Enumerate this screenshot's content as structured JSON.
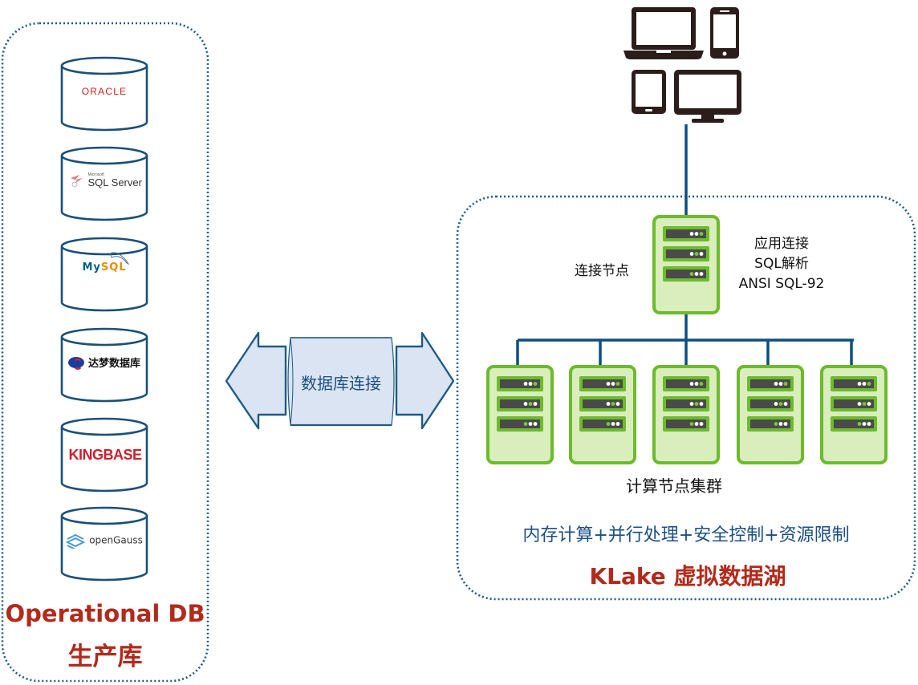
{
  "colors": {
    "frame_dots": "#1f5a86",
    "cylinder_stroke": "#1b4f79",
    "bus_line": "#0d4f80",
    "server_fill": "#d9edbd",
    "server_border": "#6cbb2c",
    "server_slot": "#4a4a4a",
    "arrow_fill": "#dae4f2",
    "arrow_stroke": "#1f5a86",
    "title_red": "#b22a1b",
    "features_blue": "#1c4f84",
    "device_dark": "#2b1d1b"
  },
  "left_panel": {
    "databases": [
      {
        "name": "ORACLE",
        "icon": "oracle-logo"
      },
      {
        "name": "SQL Server",
        "sup": "Microsoft",
        "icon": "sqlserver-logo"
      },
      {
        "name": "MySQL",
        "icon": "mysql-logo"
      },
      {
        "name": "达梦数据库",
        "icon": "dameng-logo"
      },
      {
        "name": "KINGBASE",
        "icon": "kingbase-logo"
      },
      {
        "name": "openGauss",
        "icon": "opengauss-logo"
      }
    ],
    "title_en": "Operational DB",
    "title_cn": "生产库"
  },
  "connector": {
    "label": "数据库连接"
  },
  "client_devices": [
    "laptop",
    "smartphone",
    "tablet",
    "monitor"
  ],
  "right_panel": {
    "connect_node_label": "连接节点",
    "connect_node_features": [
      "应用连接",
      "SQL解析",
      "ANSI SQL-92"
    ],
    "compute_cluster_label": "计算节点集群",
    "compute_node_count": 5,
    "features_line": "内存计算+并行处理+安全控制+资源限制",
    "title": "KLake 虚拟数据湖"
  }
}
